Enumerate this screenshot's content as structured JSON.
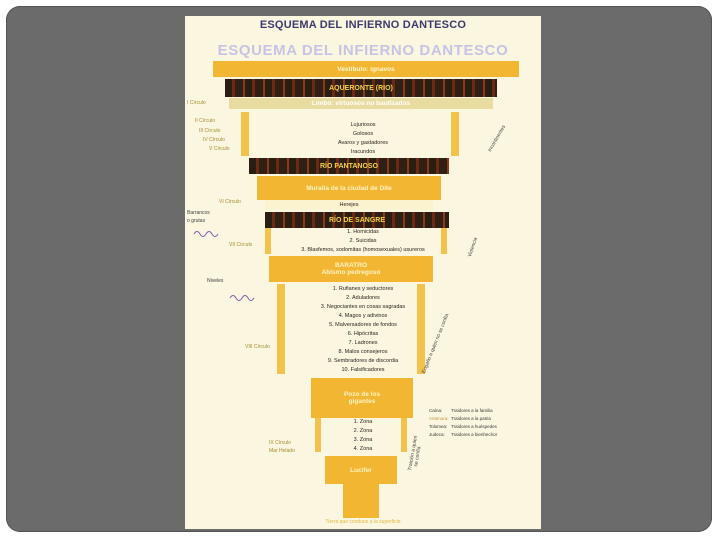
{
  "title_small": "ESQUEMA  DEL INFIERNO DANTESCO",
  "title_big": "ESQUEMA  DEL INFIERNO DANTESCO",
  "bands": {
    "top": "Vestíbulo: ignavos",
    "aqueronte": "AQUERONTE (RIO)",
    "limbo": "Limbo: virtuosos no bautizados",
    "pantanoso": "RÍO PANTANOSO",
    "muralla": "Muralla de la ciudad de Dite",
    "herejes": "Herejes",
    "sangre": "RÍO DE SANGRE",
    "baratro_1": "BARATRO",
    "baratro_2": "Abismo pedregoso",
    "pozo_1": "Pozo de los",
    "pozo_2": "gigantes",
    "lucifer": "Lucifer"
  },
  "incontinencia": [
    "Lujuriosos",
    "Golosos",
    "Avaros y gastadores",
    "Iracundos"
  ],
  "violentos": [
    "1. Homicidas",
    "2. Suicidas",
    "3. Blasfemos, sodomitas (homosexuales) usureros"
  ],
  "fraudulentos": [
    "1. Rufianes y seductores",
    "2. Aduladores",
    "3. Negociantes en cosas sagradas",
    "4. Magos y adivinos",
    "5. Malversadores de fondos",
    "6. Hipócritas",
    "7. Ladrones",
    "8. Malos consejeros",
    "9. Sembradores de discordia",
    "10. Falsificadores"
  ],
  "zonas": [
    "1. Zona",
    "2. Zona",
    "3. Zona",
    "4. Zona"
  ],
  "circles_left": {
    "c1": "I Círculo",
    "c2": "II Círculo",
    "c3": "III Círculo",
    "c4": "IV Círculo",
    "c5": "V Círculo",
    "c6": "VI Círculo",
    "c7": "VII Círculo",
    "c8": "VIII Círculo",
    "c9a": "IX Círculo",
    "c9b": "Mar Helado"
  },
  "side_notes": {
    "barrancos_1": "Barrancos",
    "barrancos_2": "o grutas",
    "niveles": "Niveles"
  },
  "rotated": {
    "incontinentes": "Incontinentes",
    "violencia": "Violencia",
    "engano": "Engaño a quien no se confía",
    "traicion_1": "Traición a quien",
    "traicion_2": "se confía"
  },
  "legend": [
    [
      "Caína:",
      "Traidores a la familia"
    ],
    [
      "Antenora:",
      "Traidores a la patria"
    ],
    [
      "Tolomea:",
      "Traidores a huéspedes"
    ],
    [
      "Judeca:",
      "Traidores a bienhechor"
    ]
  ],
  "footer": "Tierra que conduce a la superficie"
}
